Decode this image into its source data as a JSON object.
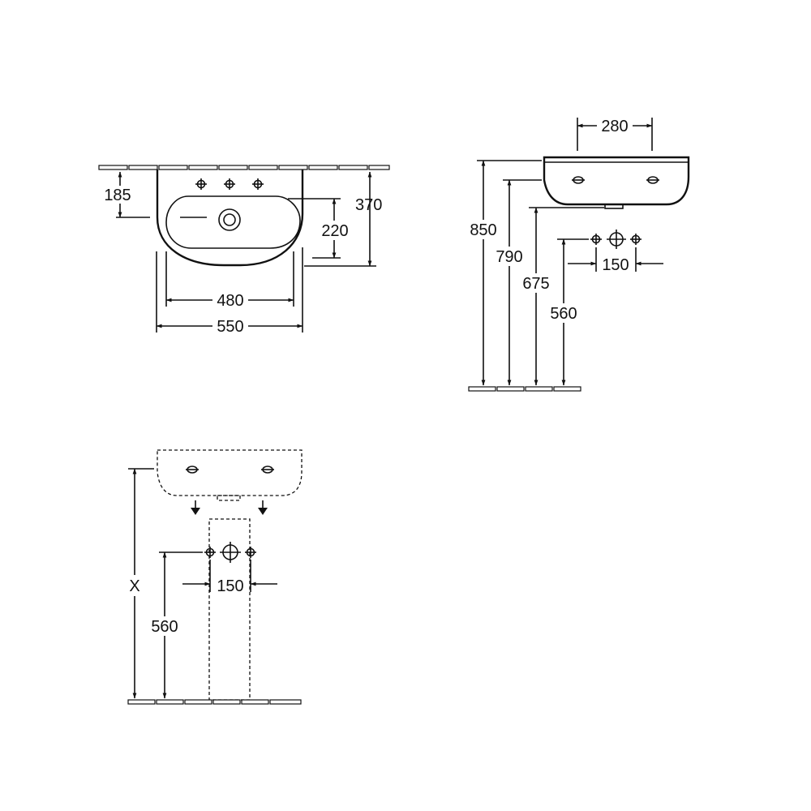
{
  "top_view": {
    "dim_185": "185",
    "dim_220": "220",
    "dim_370": "370",
    "dim_480": "480",
    "dim_550": "550"
  },
  "side_view": {
    "dim_280": "280",
    "dim_850": "850",
    "dim_790": "790",
    "dim_675": "675",
    "dim_560": "560",
    "dim_150": "150"
  },
  "pedestal_view": {
    "dim_x": "X",
    "dim_560": "560",
    "dim_150": "150"
  }
}
